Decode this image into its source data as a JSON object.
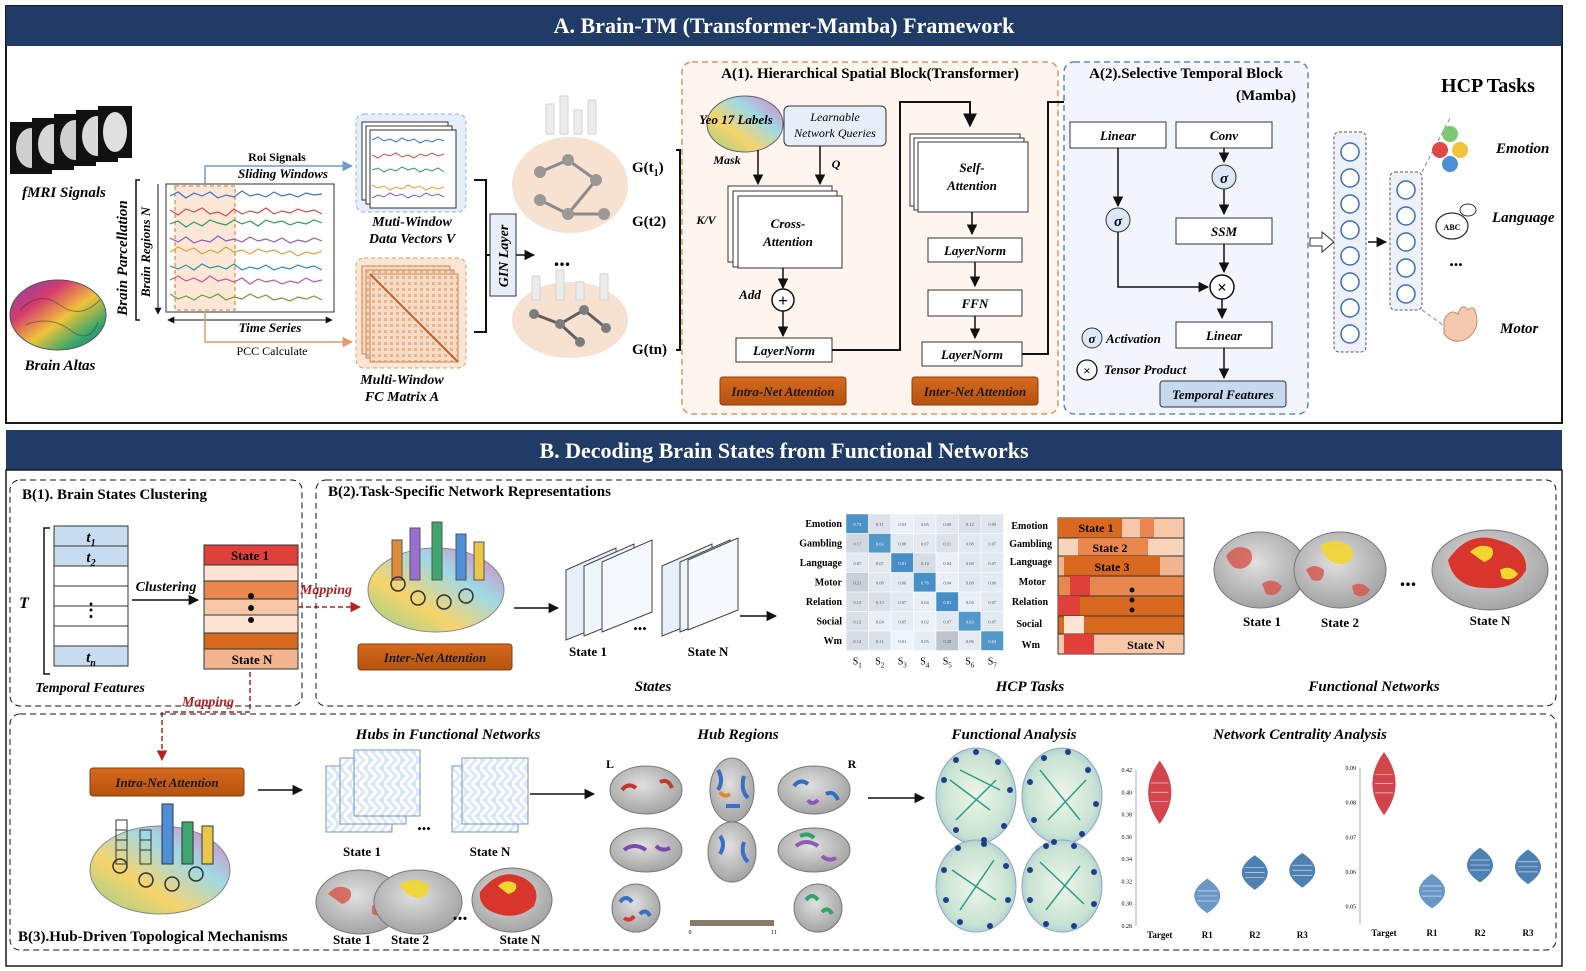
{
  "sectionA": {
    "title": "A. Brain-TM (Transformer-Mamba) Framework",
    "fmri_label": "fMRI Signals",
    "atlas_label": "Brain Altas",
    "parcellation_label": "Brain Parcellation",
    "regions_label": "Brain Regions N",
    "roi_label": "Roi Signals",
    "sliding_label": "Sliding Windows",
    "time_series_label": "Time Series",
    "pcc_label": "PCC Calculate",
    "multiwindow_v_line1": "Muti-Window",
    "multiwindow_v_line2": "Data Vectors V",
    "multiwindow_a_line1": "Multi-Window",
    "multiwindow_a_line2": "FC Matrix A",
    "gin_label": "GIN Layer",
    "g1": "G(t",
    "g1_sub": "1",
    "g1_close": ")",
    "g2": "G(t2)",
    "gn": "G(tn)",
    "ellipsis": "...",
    "spatial_title": "A(1). Hierarchical Spatial Block(Transformer)",
    "yeo_label": "Yeo 17 Labels",
    "queries_line1": "Learnable",
    "queries_line2": "Network Queries",
    "mask_label": "Mask",
    "q_label": "Q",
    "kv_label": "K/V",
    "cross_line1": "Cross-",
    "cross_line2": "Attention",
    "add_label": "Add",
    "plus_symbol": "+",
    "layernorm1": "LayerNorm",
    "intra_label": "Intra-Net Attention",
    "self_line1": "Self-",
    "self_line2": "Attention",
    "layernorm2": "LayerNorm",
    "ffn_label": "FFN",
    "layernorm3": "LayerNorm",
    "inter_label": "Inter-Net Attention",
    "temporal_title_line1": "A(2).Selective Temporal Block",
    "temporal_title_line2": "(Mamba)",
    "linear1": "Linear",
    "conv_label": "Conv",
    "sigma": "σ",
    "ssm_label": "SSM",
    "times_symbol": "×",
    "linear2": "Linear",
    "activation_label": "Activation",
    "tensor_label": "Tensor Product",
    "temporal_features": "Temporal Features",
    "hcp_tasks_title": "HCP Tasks",
    "task_emotion": "Emotion",
    "task_language": "Language",
    "task_motor": "Motor",
    "abc_text": "ABC",
    "tasks_ellipsis": "..."
  },
  "sectionB": {
    "title": "B. Decoding Brain States from Functional Networks",
    "b1_title": "B(1). Brain States Clustering",
    "t_label": "T",
    "t1": "t",
    "t1_sub": "1",
    "t2": "t",
    "t2_sub": "2",
    "tn": "t",
    "tn_sub": "n",
    "vdots": "⋮",
    "clustering_label": "Clustering",
    "state1": "State 1",
    "stateN": "State N",
    "temporal_features": "Temporal Features",
    "mapping1": "Mapping",
    "mapping2": "Mapping",
    "b2_title": "B(2).Task-Specific Network Representations",
    "inter_label": "Inter-Net Attention",
    "states_state1": "State 1",
    "states_stateN": "State N",
    "states_ellipsis": "...",
    "states_caption": "States",
    "heatmap_caption": "HCP Tasks",
    "tasks": [
      "Emotion",
      "Gambling",
      "Language",
      "Motor",
      "Relation",
      "Social",
      "Wm"
    ],
    "bars_labels": [
      "State 1",
      "State 2",
      "State 3",
      "State N"
    ],
    "fn_caption": "Functional Networks",
    "fn_state1": "State 1",
    "fn_state2": "State 2",
    "fn_stateN": "State N",
    "fn_ellipsis": "...",
    "b3_title": "B(3).Hub-Driven Topological Mechanisms",
    "intra_label": "Intra-Net Attention",
    "hubs_title": "Hubs in Functional Networks",
    "hubs_state1": "State 1",
    "hubs_stateN": "State N",
    "hubs_ellipsis": "...",
    "hub_state1": "State 1",
    "hub_state2": "State 2",
    "hub_stateN": "State N",
    "hub_ellipsis": "...",
    "hub_regions_title": "Hub Regions",
    "left_label": "L",
    "right_label": "R",
    "colorbar_min": "0",
    "colorbar_max": "11",
    "functional_analysis_title": "Functional Analysis",
    "centrality_title": "Network Centrality Analysis"
  },
  "chart_data": [
    {
      "type": "heatmap",
      "title": "",
      "rows": [
        "Emotion",
        "Gambling",
        "Language",
        "Motor",
        "Relation",
        "Social",
        "Wm"
      ],
      "cols": [
        "S1",
        "S2",
        "S3",
        "S4",
        "S5",
        "S6",
        "S7"
      ],
      "values": [
        [
          0.73,
          0.11,
          0.03,
          0.05,
          0.08,
          0.12,
          0.09
        ],
        [
          0.17,
          0.63,
          0.08,
          0.07,
          0.11,
          0.08,
          0.07
        ],
        [
          0.07,
          0.07,
          0.81,
          0.14,
          0.04,
          0.08,
          0.07
        ],
        [
          0.21,
          0.08,
          0.06,
          0.78,
          0.04,
          0.08,
          0.06
        ],
        [
          0.13,
          0.13,
          0.07,
          0.04,
          0.81,
          0.04,
          0.07
        ],
        [
          0.12,
          0.04,
          0.05,
          0.02,
          0.07,
          0.63,
          0.07
        ],
        [
          0.14,
          0.11,
          0.01,
          0.05,
          0.28,
          0.06,
          0.63
        ]
      ]
    },
    {
      "type": "violin",
      "categories": [
        "Target",
        "R1",
        "R2",
        "R3"
      ],
      "values": [
        0.4,
        0.307,
        0.328,
        0.33
      ],
      "ylim": [
        0.28,
        0.42
      ],
      "yticks": [
        0.42,
        0.4,
        0.38,
        0.36,
        0.34,
        0.32,
        0.3,
        0.28
      ],
      "colors": [
        "#d0363d",
        "#5d8fc2",
        "#3f77ad",
        "#3f77ad"
      ]
    },
    {
      "type": "violin",
      "categories": [
        "Target",
        "R1",
        "R2",
        "R3"
      ],
      "values": [
        0.0855,
        0.0545,
        0.062,
        0.0615
      ],
      "ylim": [
        0.045,
        0.09
      ],
      "yticks": [
        0.09,
        0.08,
        0.07,
        0.06,
        0.05
      ],
      "colors": [
        "#d0363d",
        "#5d8fc2",
        "#3f77ad",
        "#3f77ad"
      ]
    }
  ]
}
